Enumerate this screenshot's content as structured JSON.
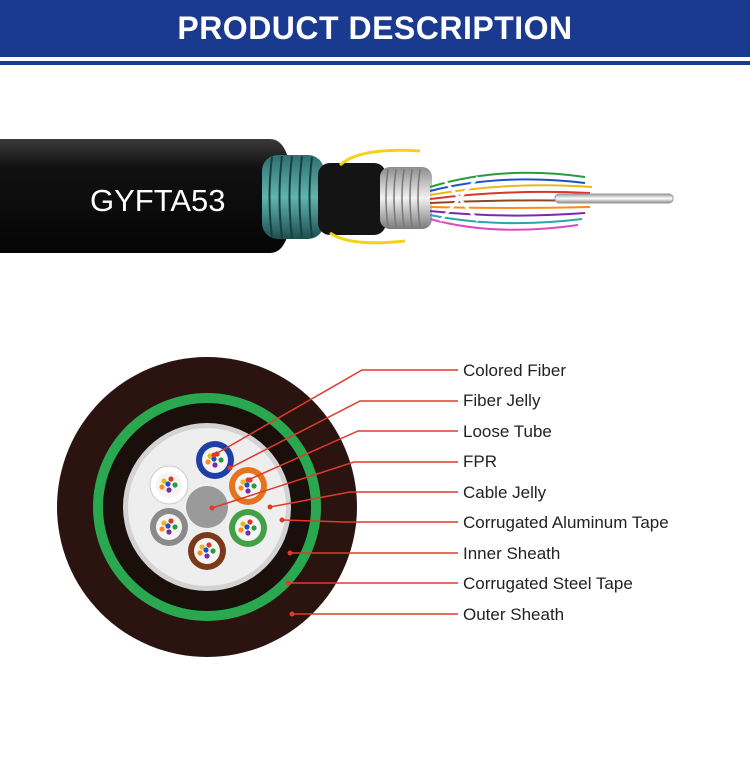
{
  "banner": {
    "title": "PRODUCT DESCRIPTION"
  },
  "cable": {
    "model": "GYFTA53"
  },
  "components": [
    {
      "label": "Colored Fiber"
    },
    {
      "label": "Fiber Jelly"
    },
    {
      "label": "Loose Tube"
    },
    {
      "label": "FPR"
    },
    {
      "label": "Cable Jelly"
    },
    {
      "label": "Corrugated Aluminum Tape"
    },
    {
      "label": "Inner Sheath"
    },
    {
      "label": "Corrugated Steel Tape"
    },
    {
      "label": "Outer Sheath"
    }
  ],
  "colors": {
    "banner": "#1a3a8f",
    "leader": "#e03a2a",
    "outer_sheath": "#2b1410",
    "steel_tape": "#2aa84f",
    "inner_sheath": "#1b0f0c",
    "aluminum_tape": "#c9c9c9",
    "fpr": "#9a9a9a"
  },
  "tube_colors": [
    "#1f3fa8",
    "#e5741f",
    "#43a047",
    "#7a3a1a",
    "#8a8a8a",
    "#ffffff"
  ]
}
